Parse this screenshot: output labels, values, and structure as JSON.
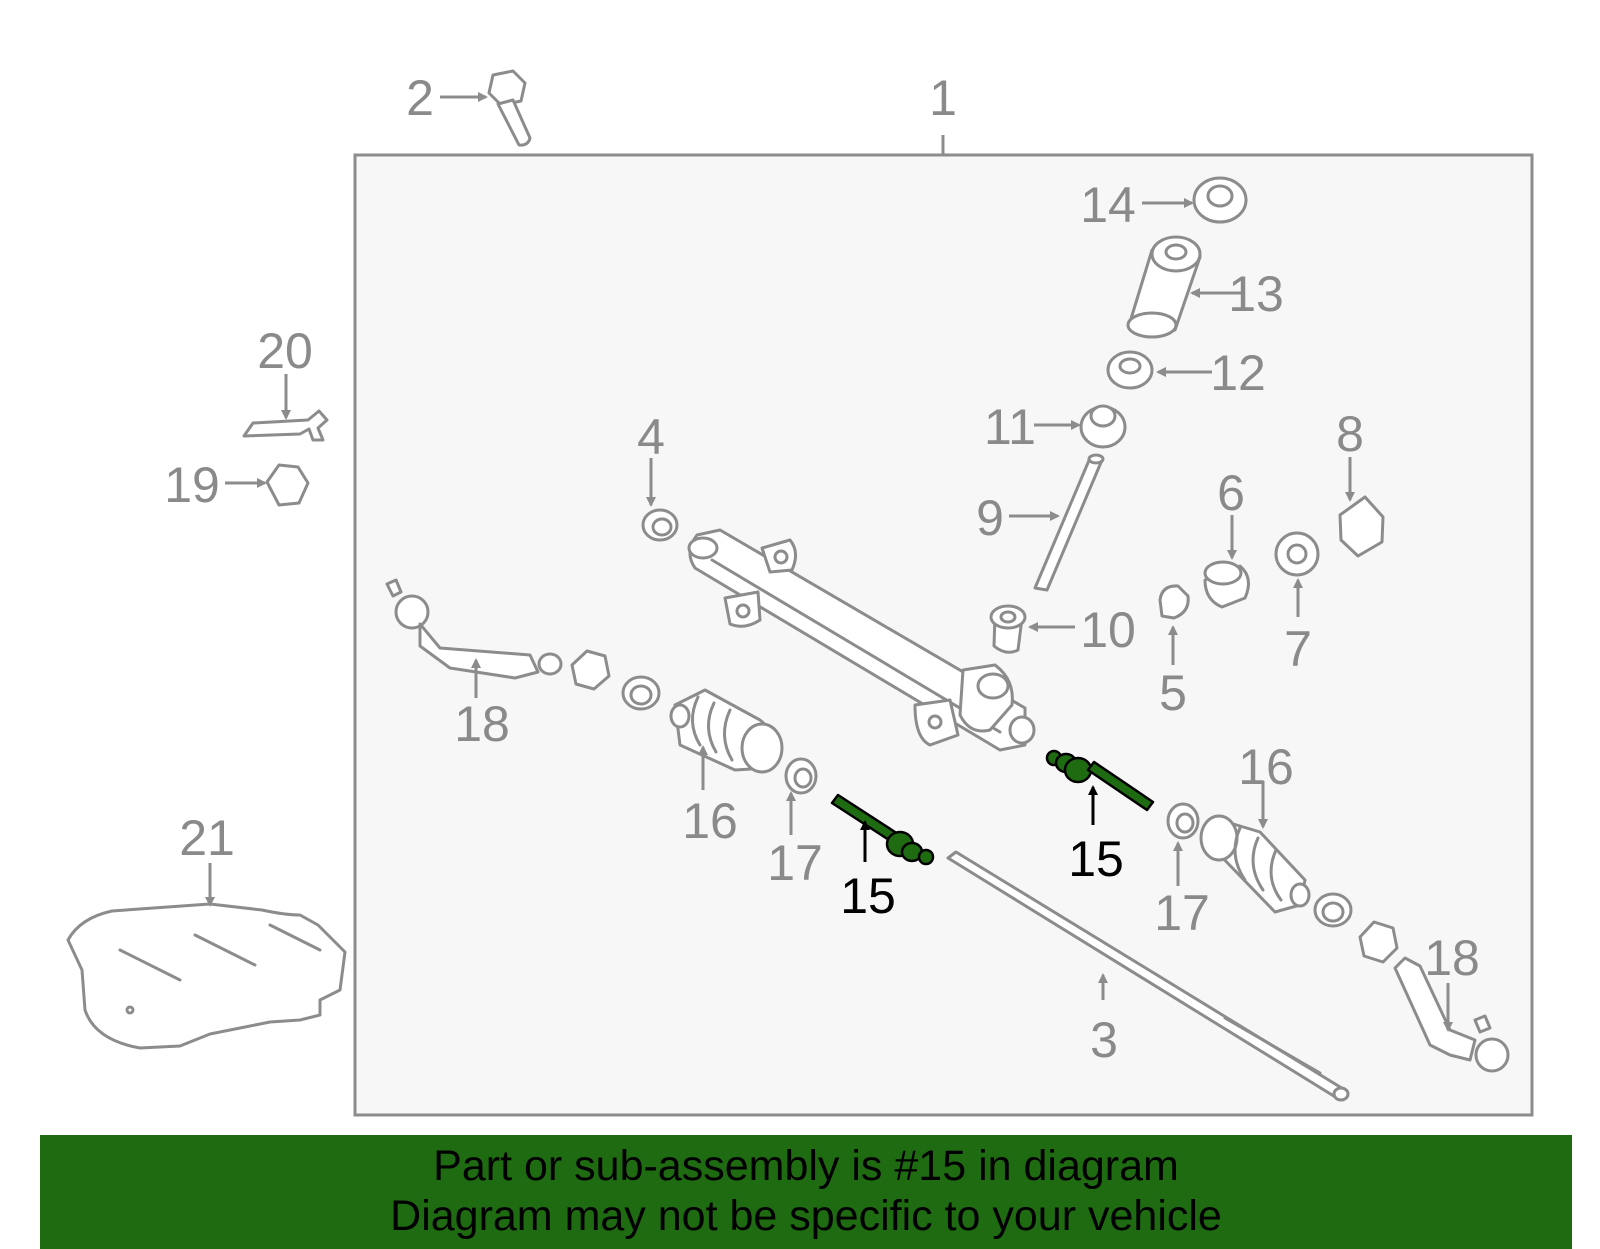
{
  "callouts": {
    "c1": "1",
    "c2": "2",
    "c3": "3",
    "c4": "4",
    "c5": "5",
    "c6": "6",
    "c7": "7",
    "c8": "8",
    "c9": "9",
    "c10": "10",
    "c11": "11",
    "c12": "12",
    "c13": "13",
    "c14": "14",
    "c15a": "15",
    "c15b": "15",
    "c16a": "16",
    "c16b": "16",
    "c17a": "17",
    "c17b": "17",
    "c18a": "18",
    "c18b": "18",
    "c19": "19",
    "c20": "20",
    "c21": "21"
  },
  "highlight": {
    "part_number": "15",
    "color": "#1f6b12"
  },
  "footer": {
    "line1": "Part or sub-assembly is #15 in diagram",
    "line2": "Diagram may not be specific to your vehicle",
    "background": "#1f6b12"
  }
}
